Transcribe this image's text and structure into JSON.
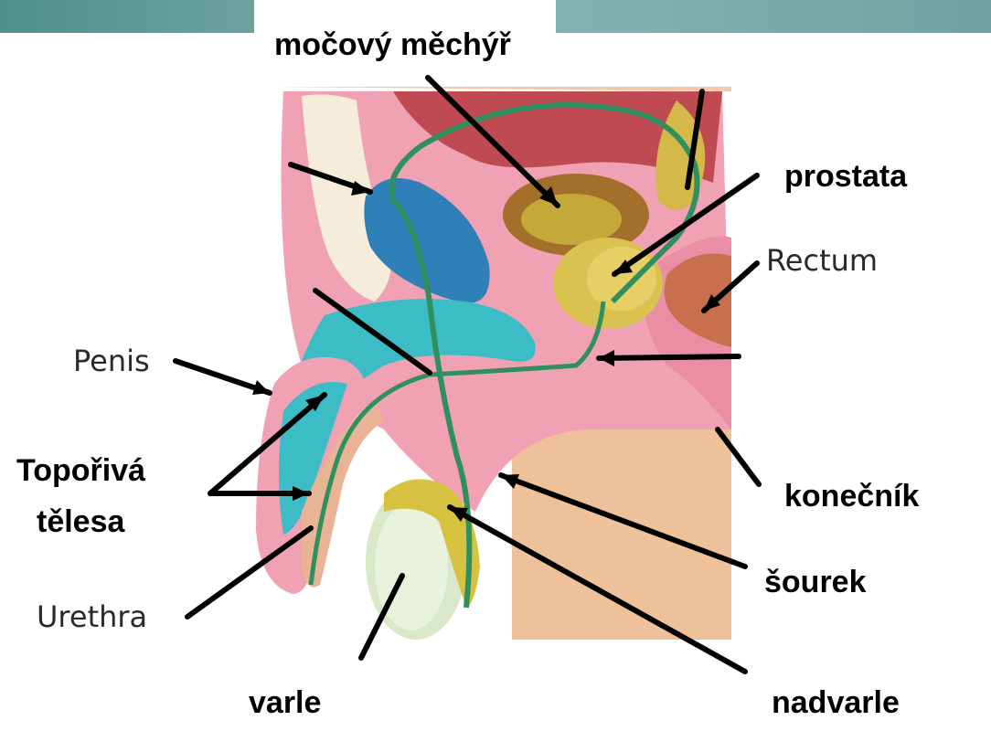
{
  "labels": {
    "mocovy_mechyr": "močový měchýř",
    "prostata": "prostata",
    "rectum": "Rectum",
    "penis": "Penis",
    "toporiva_1": "Topořivá",
    "toporiva_2": "tělesa",
    "konecnik": "konečník",
    "sourek": "šourek",
    "urethra": "Urethra",
    "varle": "varle",
    "nadvarle": "nadvarle"
  }
}
